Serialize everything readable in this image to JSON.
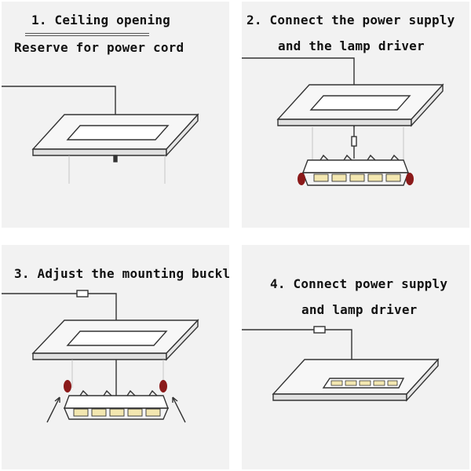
{
  "steps": [
    {
      "number": "1.",
      "title": "Ceiling opening",
      "subtitle": "Reserve for power cord"
    },
    {
      "number": "2.",
      "title": "Connect the power supply",
      "subtitle": "and the lamp driver"
    },
    {
      "number": "3.",
      "title": "Adjust the mounting buckle"
    },
    {
      "number": "4.",
      "title": "Connect power supply",
      "subtitle": "and lamp driver"
    }
  ],
  "colors": {
    "panel_background": "#f2f2f2",
    "line": "#333333",
    "spring_clip": "#8b1a1a",
    "led_chip": "#f3e7b0"
  }
}
